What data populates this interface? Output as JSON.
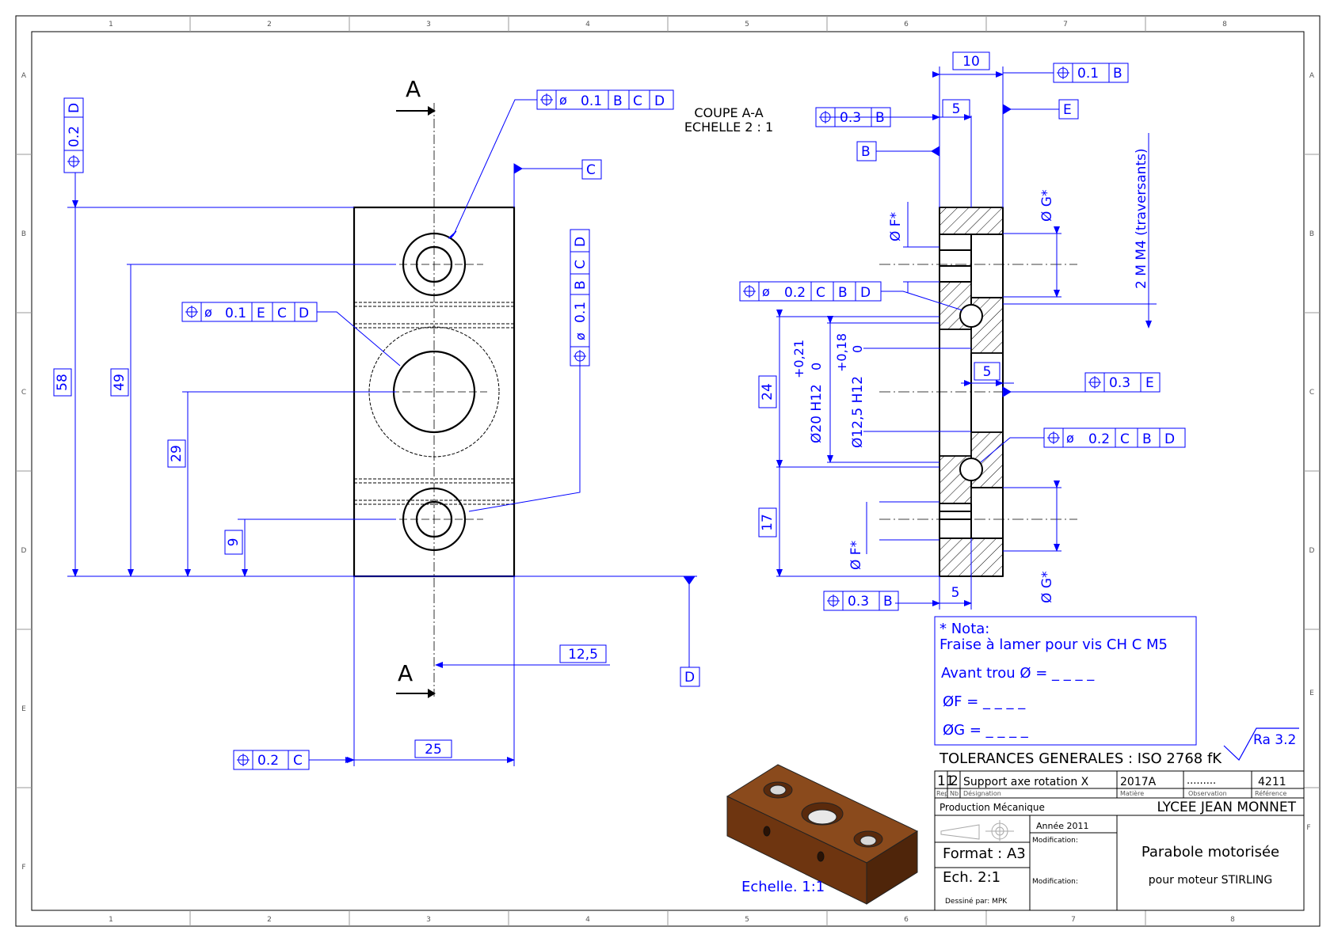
{
  "border": {
    "cols": [
      "1",
      "2",
      "3",
      "4",
      "5",
      "6",
      "7",
      "8"
    ],
    "rows": [
      "A",
      "B",
      "C",
      "D",
      "E",
      "F"
    ]
  },
  "front_view": {
    "section_letter": "A",
    "dims": {
      "d58": "58",
      "d49": "49",
      "d29": "29",
      "d9": "9",
      "d12_5": "12,5",
      "d25": "25"
    },
    "fcf_top": [
      "0.1",
      "B",
      "C",
      "D"
    ],
    "fcf_mid": [
      "0.1",
      "E",
      "C",
      "D"
    ],
    "fcf_right": [
      "0.1",
      "B",
      "C",
      "D"
    ],
    "fcf_left_vert": [
      "0.2",
      "D"
    ],
    "fcf_bottom": [
      "0.2",
      "C"
    ],
    "datum_c": "C",
    "datum_d": "D",
    "diameter_symbol": "ø"
  },
  "section_view": {
    "caption_line1": "COUPE A-A",
    "caption_line2": "ECHELLE 2 : 1",
    "dims": {
      "d10": "10",
      "d5_top": "5",
      "d5_mid": "5",
      "d5_bot": "5",
      "d24": "24",
      "d17": "17"
    },
    "fit_20": [
      "+0,21",
      "0",
      "Ø20 H12"
    ],
    "fit_12": [
      "+0,18",
      "0",
      "Ø12,5 H12"
    ],
    "phi_f": "Ø F*",
    "phi_g": "Ø G*",
    "thread": "2 M M4 (traversants)",
    "fcf_top_right": [
      "0.1",
      "B"
    ],
    "datum_e": "E",
    "fcf_03_b_top": [
      "0.3",
      "B"
    ],
    "datum_b": "B",
    "fcf_02_cbd_left": [
      "0.2",
      "C",
      "B",
      "D"
    ],
    "fcf_03_e": [
      "0.3",
      "E"
    ],
    "fcf_02_cbd_right": [
      "0.2",
      "C",
      "B",
      "D"
    ],
    "fcf_03_b_bottom": [
      "0.3",
      "B"
    ]
  },
  "nota": {
    "line1": "* Nota:",
    "line2": "Fraise à lamer pour vis CH C M5",
    "line3": "Avant trou Ø = _ _ _ _",
    "line4": "ØF = _ _ _ _",
    "line5": "ØG = _ _ _ _"
  },
  "roughness": "Ra 3.2",
  "tolerances": "TOLERANCES GENERALES : ISO 2768 fK",
  "iso_caption": "Echelle. 1:1",
  "title_block": {
    "rep": "11",
    "nb": "2",
    "designation": "Support axe rotation X",
    "matiere": "2017A",
    "observation": ".........",
    "reference": "4211",
    "hdr_rep": "Rep",
    "hdr_nb": "Nb",
    "hdr_designation": "Désignation",
    "hdr_matiere": "Matière",
    "hdr_observation": "Observation",
    "hdr_reference": "Référence",
    "production": "Production Mécanique",
    "school": "LYCEE JEAN MONNET",
    "annee": "Année 2011",
    "format": "Format : A3",
    "modification1": "Modification:",
    "modification2": "Modification:",
    "echelle": "Ech. 2:1",
    "dessine": "Dessiné par: MPK",
    "title1": "Parabole motorisée",
    "title2": "pour moteur STIRLING"
  },
  "colors": {
    "dimension": "#0000ff",
    "outline": "#000000",
    "part": "#7a3a12"
  }
}
